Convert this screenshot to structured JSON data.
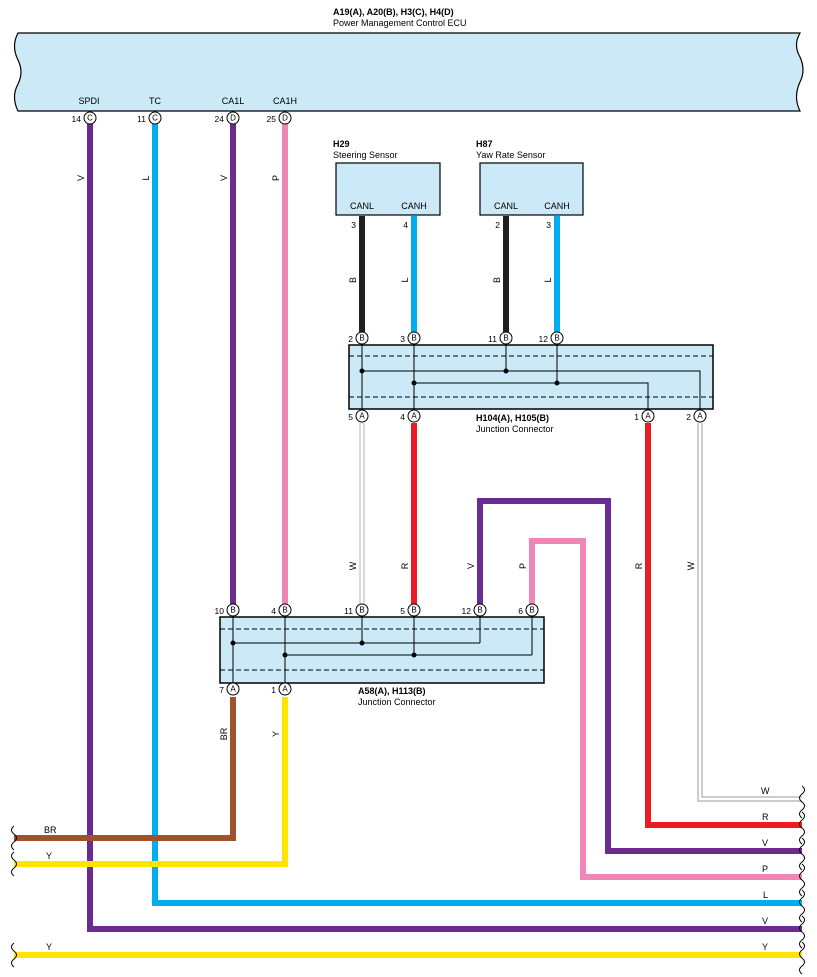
{
  "ecu": {
    "code": "A19(A), A20(B), H3(C), H4(D)",
    "name": "Power Management Control ECU",
    "pins": [
      {
        "signal": "SPDI",
        "num": "14",
        "conn": "C"
      },
      {
        "signal": "TC",
        "num": "11",
        "conn": "C"
      },
      {
        "signal": "CA1L",
        "num": "24",
        "conn": "D"
      },
      {
        "signal": "CA1H",
        "num": "25",
        "conn": "D"
      }
    ]
  },
  "steering_sensor": {
    "code": "H29",
    "name": "Steering Sensor",
    "pin_labels": [
      "CANL",
      "CANH"
    ],
    "pin_nums": [
      "3",
      "4"
    ],
    "wire_colors": [
      "B",
      "L"
    ]
  },
  "yaw_sensor": {
    "code": "H87",
    "name": "Yaw Rate Sensor",
    "pin_labels": [
      "CANL",
      "CANH"
    ],
    "pin_nums": [
      "2",
      "3"
    ],
    "wire_colors": [
      "B",
      "L"
    ]
  },
  "jc1": {
    "code": "H104(A), H105(B)",
    "name": "Junction Connector",
    "top_pins": [
      {
        "num": "2",
        "conn": "B"
      },
      {
        "num": "3",
        "conn": "B"
      },
      {
        "num": "11",
        "conn": "B"
      },
      {
        "num": "12",
        "conn": "B"
      }
    ],
    "bottom_pins": [
      {
        "num": "5",
        "conn": "A"
      },
      {
        "num": "4",
        "conn": "A"
      },
      {
        "num": "1",
        "conn": "A"
      },
      {
        "num": "2",
        "conn": "A"
      }
    ]
  },
  "jc2": {
    "code": "A58(A), H113(B)",
    "name": "Junction Connector",
    "top_pins": [
      {
        "num": "10",
        "conn": "B"
      },
      {
        "num": "4",
        "conn": "B"
      },
      {
        "num": "11",
        "conn": "B"
      },
      {
        "num": "5",
        "conn": "B"
      },
      {
        "num": "12",
        "conn": "B"
      },
      {
        "num": "6",
        "conn": "B"
      }
    ],
    "bottom_pins": [
      {
        "num": "7",
        "conn": "A"
      },
      {
        "num": "1",
        "conn": "A"
      }
    ]
  },
  "wire_labels": {
    "spdi": "V",
    "tc": "L",
    "ca1l": "V",
    "ca1h": "P",
    "jc_w": "W",
    "jc_r": "R",
    "jc_v": "V",
    "jc_p": "P",
    "r_long": "R",
    "w_long": "W",
    "br": "BR",
    "y_mid": "Y"
  },
  "edge_labels": {
    "left_br": "BR",
    "left_y": "Y",
    "left_y_bottom": "Y",
    "right": [
      "W",
      "R",
      "V",
      "P",
      "L",
      "V",
      "Y"
    ]
  },
  "colors": {
    "violet": "#6b2c91",
    "blue": "#00aeef",
    "pink": "#f086b5",
    "red": "#ed1c24",
    "black": "#231f20",
    "yellow": "#ffe600",
    "brown": "#a0522d",
    "white_wire": "#b3b3b3",
    "ecu_fill": "#cbe9f7"
  }
}
